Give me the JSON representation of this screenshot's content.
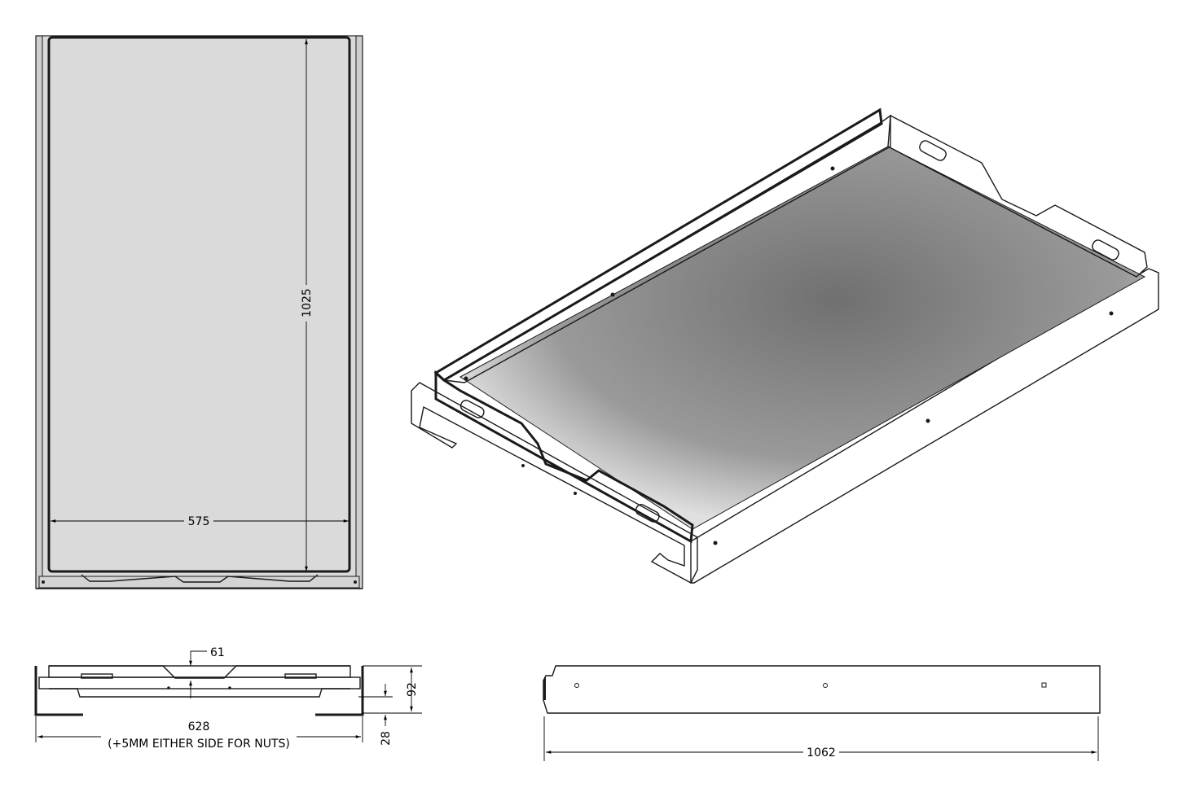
{
  "dimensions": {
    "top_width": "575",
    "top_length": "1025",
    "front_notch": "61",
    "front_height": "92",
    "front_foot": "28",
    "front_width": "628",
    "front_width_note": "(+5MM EITHER SIDE FOR NUTS)",
    "side_length": "1062"
  },
  "colors": {
    "panel_light": "#e6e6e6",
    "panel_mid": "#cfcfcf",
    "tray_dark": "#7a7a7a",
    "outline": "#1a1a1a"
  }
}
